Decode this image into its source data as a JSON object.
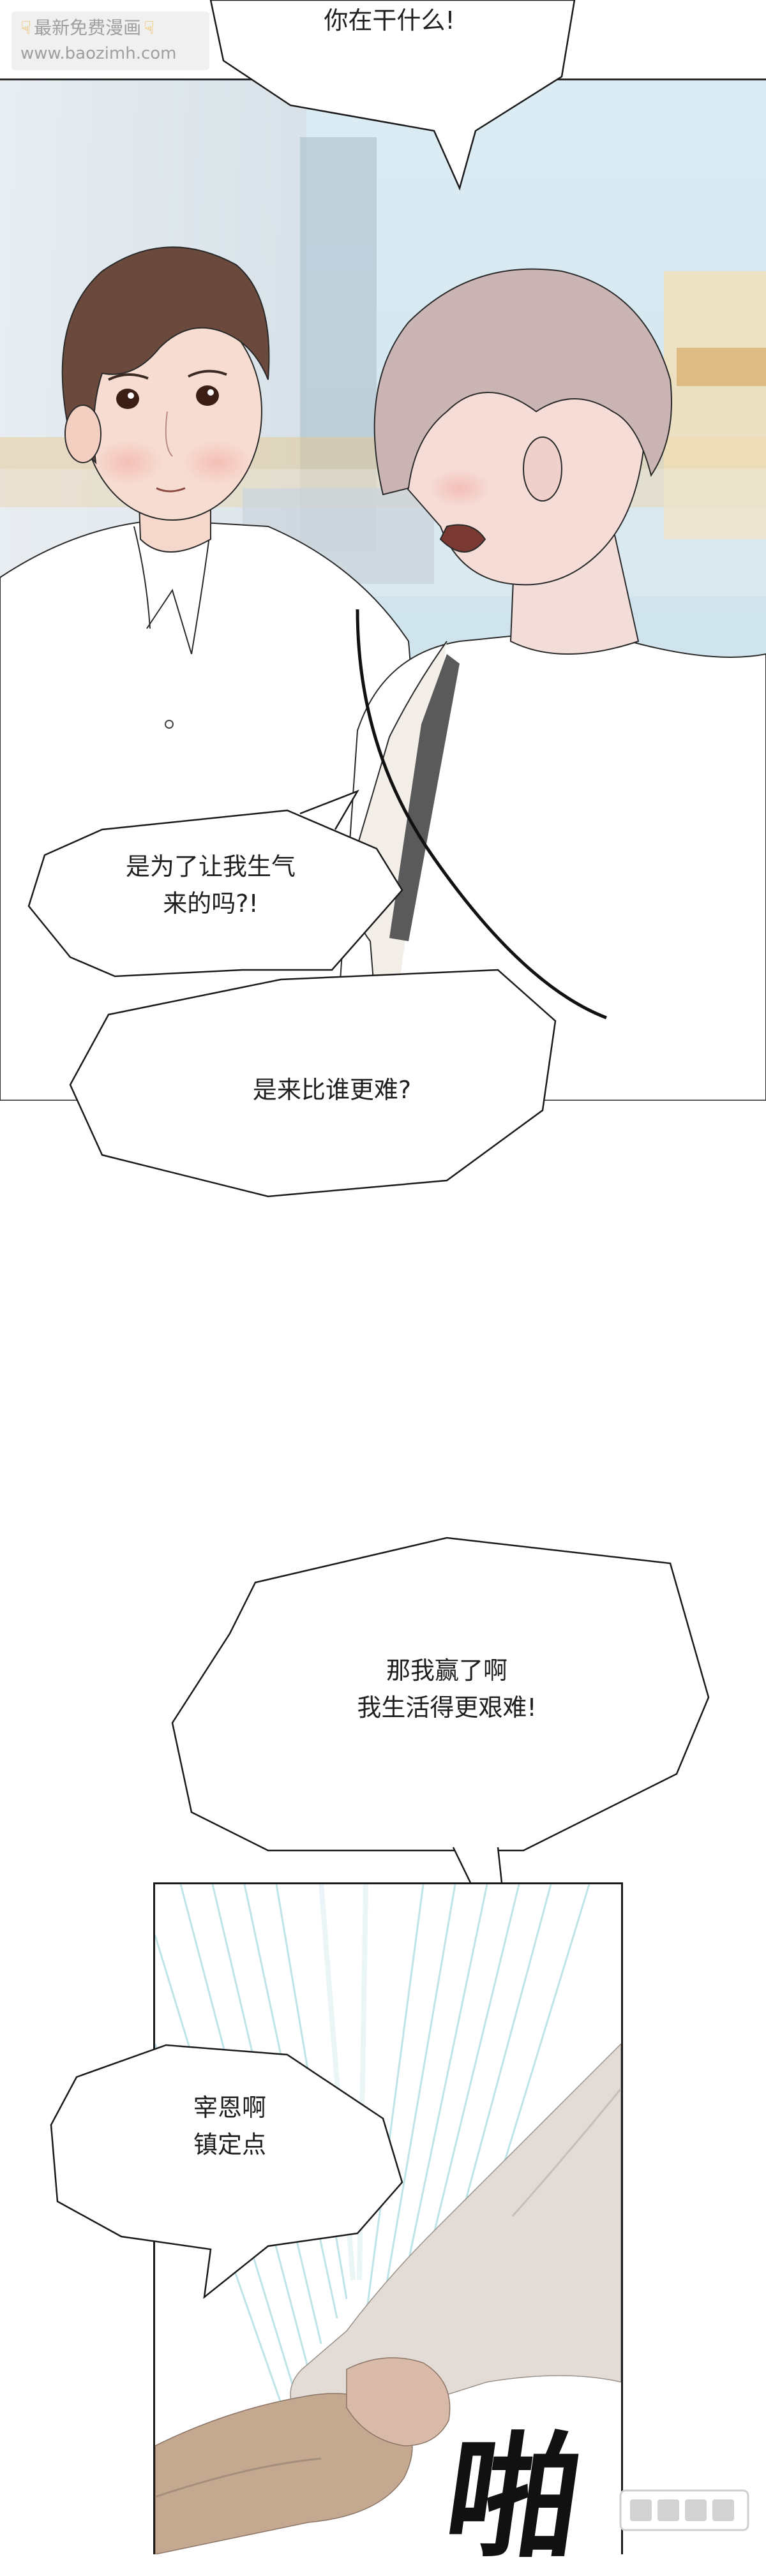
{
  "watermark": {
    "line1": "最新免费漫画",
    "line2": "www.baozimh.com",
    "icon": "pointing-hand-icon"
  },
  "bubbles": {
    "b1": "你在干什么!",
    "b2_l1": "是为了让我生气",
    "b2_l2": "来的吗?!",
    "b3": "是来比谁更难?",
    "b4_l1": "那我赢了啊",
    "b4_l2": "我生活得更艰难!",
    "b5_l1": "宰恩啊",
    "b5_l2": "镇定点"
  },
  "sfx": {
    "text": "啪"
  },
  "colors": {
    "sky": "#cfe5ef",
    "skin": "#f6d7cc",
    "hair_dark": "#6b4a3d",
    "hair_light": "#cbb4b4",
    "shirt": "#ffffff",
    "sleeve": "#e7dfd8",
    "strap": "#5a5a5a",
    "ink": "#1a1a1a"
  }
}
